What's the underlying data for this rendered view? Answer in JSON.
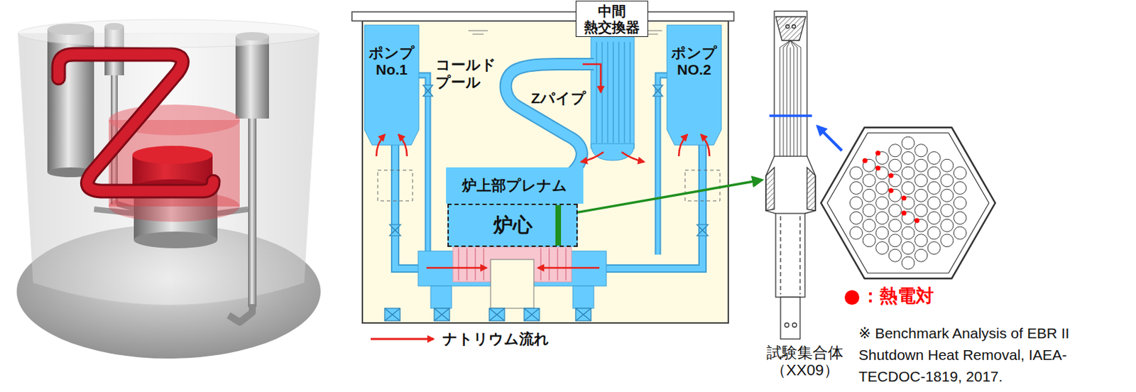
{
  "diagram": {
    "nodes": [
      {
        "text": [
          "ポンプ No.1"
        ]
      },
      {
        "text": [
          "中間 熱交換器"
        ]
      },
      {
        "text": [
          "ポンプ NO.2"
        ]
      },
      {
        "text": [
          "炉上部プレナム"
        ]
      },
      {
        "text": [
          "炉心"
        ]
      },
      {
        "text": [
          "試験集合体 （XX09）"
        ]
      }
    ],
    "edges": [
      {
        "from": 4,
        "to": 5,
        "arrow": "to"
      }
    ],
    "labels": [
      "コールド プール",
      "Zパイプ",
      "※ Benchmark Analysis of EBR II Shutdown Heat Removal, IAEA-TECDOC-1819, 2017."
    ],
    "legend": [
      {
        "text": "ナトリウム流れ"
      },
      {
        "text": "：熱電対",
        "color": "#ff0000"
      }
    ]
  }
}
